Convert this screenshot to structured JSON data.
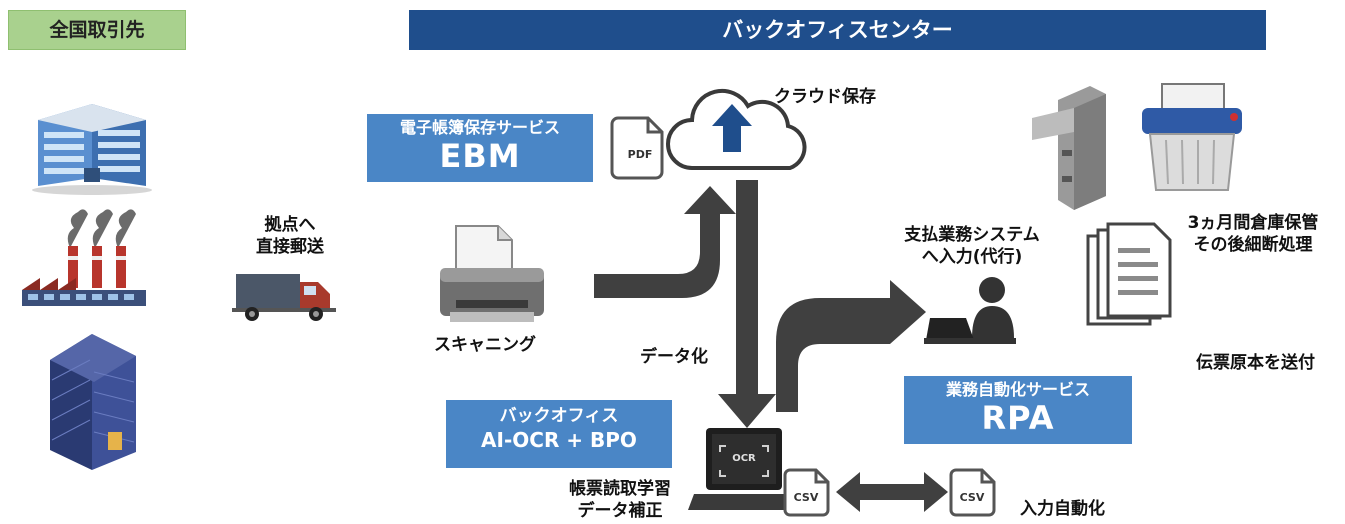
{
  "header": {
    "partners_label": "全国取引先",
    "center_label": "バックオフィスセンター"
  },
  "labels": {
    "ship_to_site": [
      "拠点へ",
      "直接郵送"
    ],
    "scanning": "スキャニング",
    "cloud_storage": "クラウド保存",
    "digitize": "データ化",
    "payment_system": [
      "支払業務システム",
      "へ入力(代行)"
    ],
    "storage_disposal": [
      "3ヵ月間倉庫保管",
      "その後細断処理"
    ],
    "send_originals": "伝票原本を送付",
    "form_learning": [
      "帳票読取学習",
      "データ補正"
    ],
    "input_automation": "入力自動化"
  },
  "services": {
    "ebm": {
      "subtitle": "電子帳簿保存サービス",
      "name": "EBM"
    },
    "rpa": {
      "subtitle": "業務自動化サービス",
      "name": "RPA"
    },
    "ocr": {
      "line1": "バックオフィス",
      "line2": "AI-OCR + BPO"
    }
  },
  "icons": {
    "pdf": "PDF",
    "ocr": "OCR",
    "csv": "CSV"
  },
  "colors": {
    "banner": "#1f4e8c",
    "service_box": "#4a86c6",
    "partner_box": "#a9d18e",
    "arrow": "#404040"
  }
}
